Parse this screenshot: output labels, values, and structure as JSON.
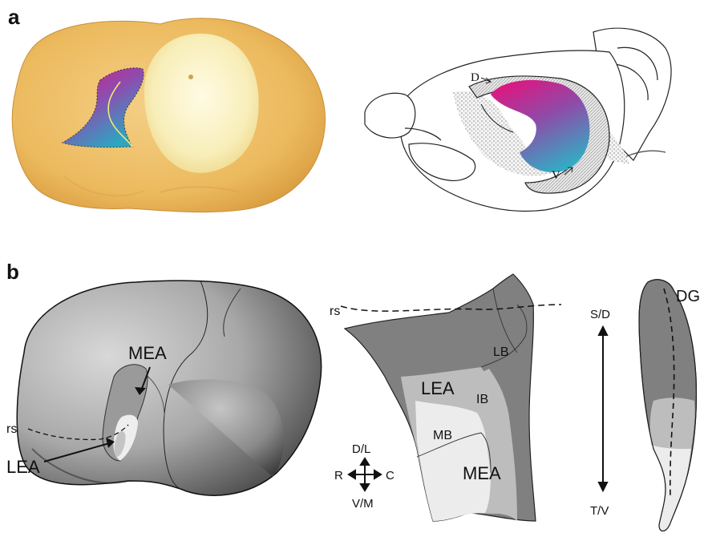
{
  "figure": {
    "panel_a": {
      "letter": "a",
      "drawing_labels": {
        "dorsal": "D",
        "ventral": "V"
      }
    },
    "panel_b": {
      "letter": "b",
      "brain_labels": {
        "mea": "MEA",
        "lea": "LEA",
        "rs": "rs"
      },
      "flatmap_labels": {
        "rs": "rs",
        "lb": "LB",
        "lea": "LEA",
        "ib": "IB",
        "mb": "MB",
        "mea": "MEA"
      },
      "compass": {
        "top": "D/L",
        "bottom": "V/M",
        "left": "R",
        "right": "C"
      },
      "axis": {
        "top": "S/D",
        "bottom": "T/V"
      },
      "hippocampus_label": "DG"
    },
    "colors": {
      "gradient_top": "#e0157f",
      "gradient_mid": "#8a4fb0",
      "gradient_bottom": "#2ba7c2",
      "dark_gray": "#7f7f7f",
      "mid_gray": "#b9b9b9",
      "light_gray": "#ececec",
      "tissue": "#f0c46f"
    }
  }
}
